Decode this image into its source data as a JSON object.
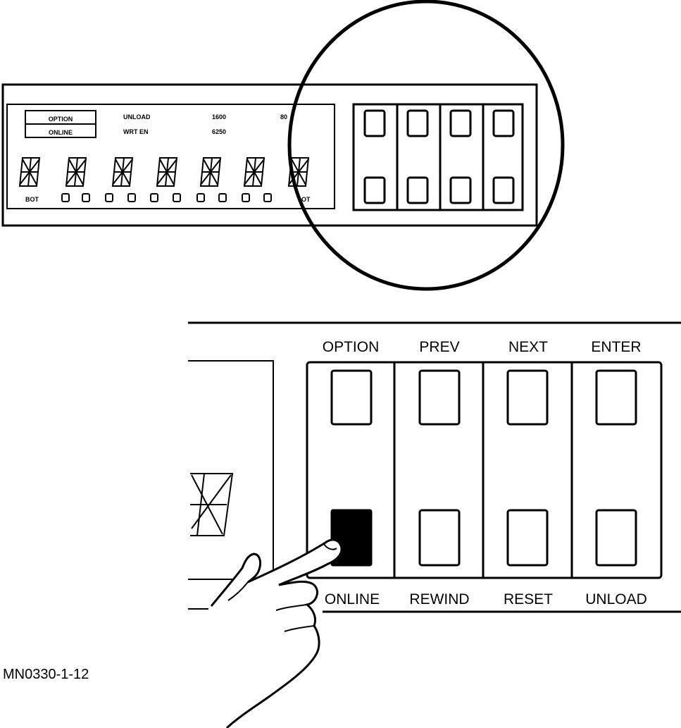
{
  "overview": {
    "legend_option": "OPTION",
    "legend_online": "ONLINE",
    "status_unload": "UNLOAD",
    "status_wrt_en": "WRT EN",
    "density_1600": "1600",
    "density_6250": "6250",
    "density_partial": "80",
    "bot_left": "BOT",
    "bot_right_partial": "OT"
  },
  "detail": {
    "top_labels": [
      "OPTION",
      "PREV",
      "NEXT",
      "ENTER"
    ],
    "bottom_labels": [
      "ONLINE",
      "REWIND",
      "RESET",
      "UNLOAD"
    ]
  },
  "figure_id": "MN0330-1-12"
}
